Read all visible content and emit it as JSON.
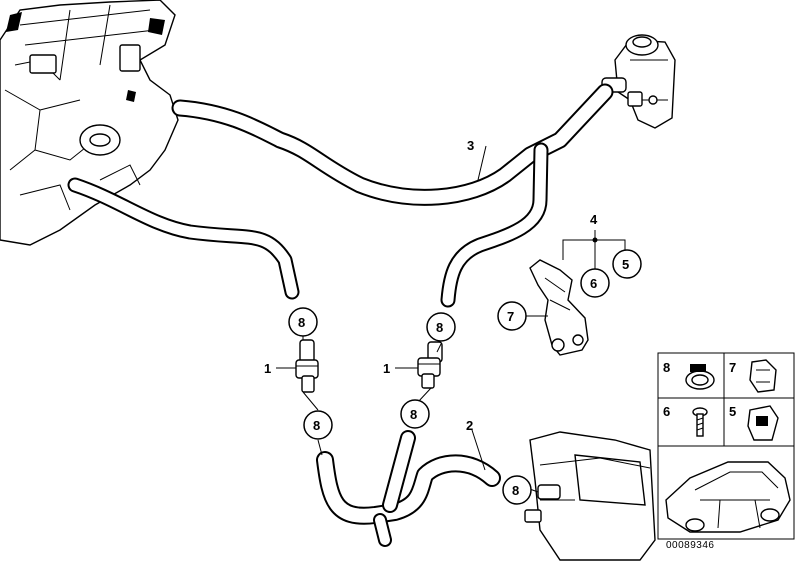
{
  "callouts": {
    "hose_top": "3",
    "hose_bottom": "2",
    "bracket_group": "4",
    "valve_left": "1",
    "valve_right": "1",
    "clip_a": "8",
    "clip_b": "8",
    "clip_c": "8",
    "clip_d": "8",
    "clip_e": "8",
    "clamp_bracket": "7",
    "bracket_sub6": "6",
    "bracket_sub5": "5"
  },
  "legend": {
    "cells": [
      {
        "number": "8",
        "icon": "hose-clamp-icon"
      },
      {
        "number": "7",
        "icon": "clip-icon"
      },
      {
        "number": "6",
        "icon": "screw-icon"
      },
      {
        "number": "5",
        "icon": "bracket-clip-icon"
      }
    ],
    "vehicle_icon": "car-outline-icon"
  },
  "doc_number": "00089346"
}
